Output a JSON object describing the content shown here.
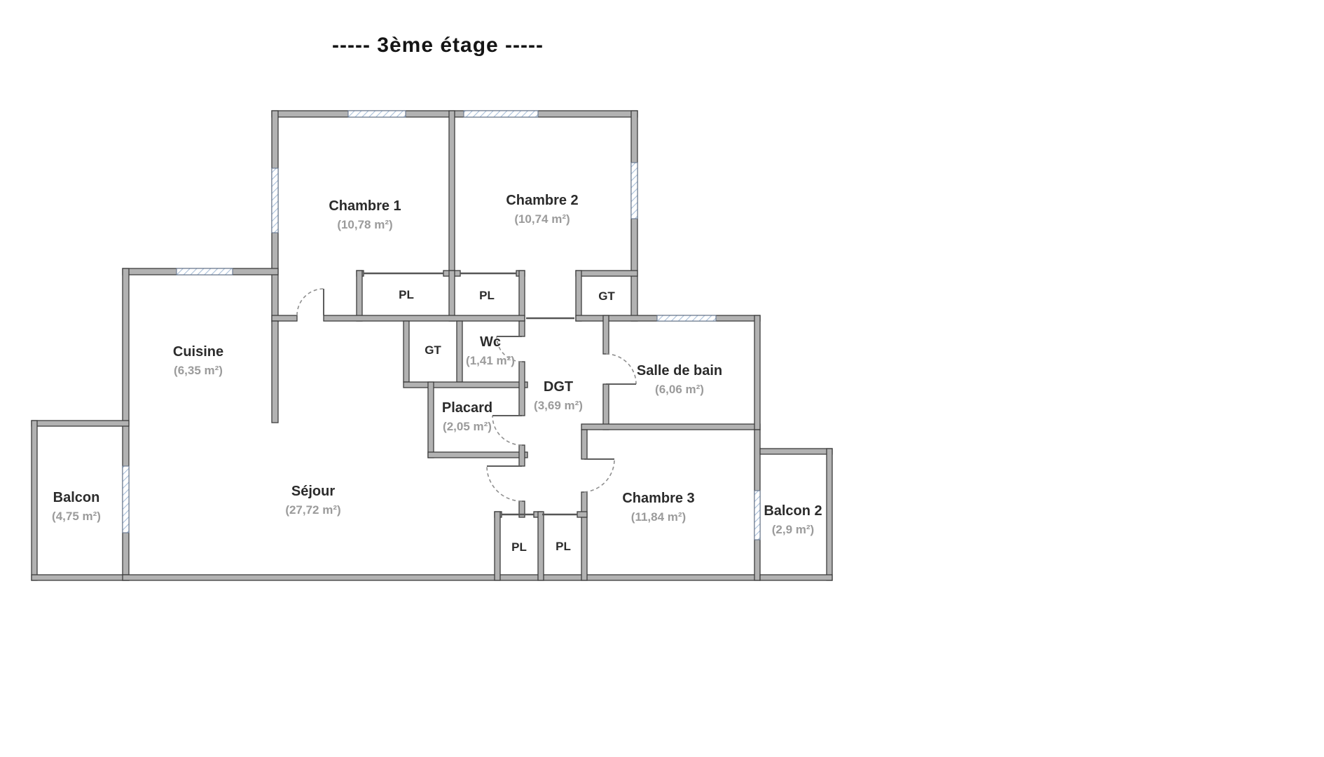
{
  "title": "-----  3ème étage  -----",
  "rooms": {
    "chambre1": {
      "name": "Chambre 1",
      "area": "(10,78 m²)"
    },
    "chambre2": {
      "name": "Chambre 2",
      "area": "(10,74 m²)"
    },
    "cuisine": {
      "name": "Cuisine",
      "area": "(6,35 m²)"
    },
    "balcon": {
      "name": "Balcon",
      "area": "(4,75 m²)"
    },
    "sejour": {
      "name": "Séjour",
      "area": "(27,72 m²)"
    },
    "wc": {
      "name": "Wc",
      "area": "(1,41 m²)"
    },
    "placard": {
      "name": "Placard",
      "area": "(2,05 m²)"
    },
    "dgt": {
      "name": "DGT",
      "area": "(3,69 m²)"
    },
    "salle_de_bain": {
      "name": "Salle de bain",
      "area": "(6,06 m²)"
    },
    "chambre3": {
      "name": "Chambre 3",
      "area": "(11,84 m²)"
    },
    "balcon2": {
      "name": "Balcon 2",
      "area": "(2,9 m²)"
    }
  },
  "closets": {
    "pl_top_1": "PL",
    "pl_top_2": "PL",
    "gt_top": "GT",
    "gt_mid": "GT",
    "pl_bottom_1": "PL",
    "pl_bottom_2": "PL"
  },
  "colors": {
    "wall": "#b2b2b2",
    "wall_edge": "#3d3d3d",
    "window_hatch": "#a9bfd9",
    "room_name": "#2b2b2b",
    "room_area": "#9b9b9b"
  }
}
